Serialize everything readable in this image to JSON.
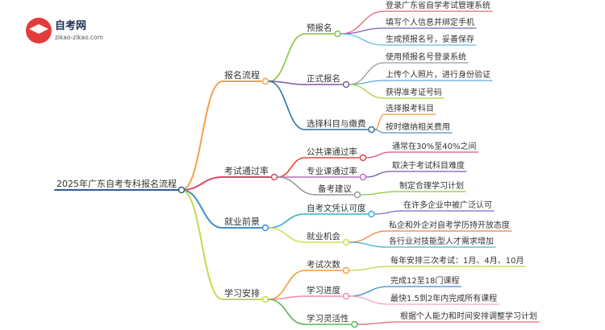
{
  "logo": {
    "name": "自考网",
    "url": "zikao-zikao.com"
  },
  "root": "2025年广东自考专科报名流程",
  "branches": [
    {
      "label": "报名流程",
      "children": [
        {
          "label": "预报名",
          "children": [
            "登录广东省自学考试管理系统",
            "填写个人信息并绑定手机",
            "生成预报名号，妥善保存"
          ]
        },
        {
          "label": "正式报名",
          "children": [
            "使用预报名号登录系统",
            "上传个人照片，进行身份验证",
            "获得准考证号码"
          ]
        },
        {
          "label": "选择科目与缴费",
          "children": [
            "选择报考科目",
            "按时缴纳相关费用"
          ]
        }
      ]
    },
    {
      "label": "考试通过率",
      "children": [
        {
          "label": "公共课通过率",
          "children": [
            "通常在30%至40%之间"
          ]
        },
        {
          "label": "专业课通过率",
          "children": [
            "取决于考试科目难度"
          ]
        },
        {
          "label": "备考建议",
          "children": [
            "制定合理学习计划"
          ]
        }
      ]
    },
    {
      "label": "就业前景",
      "children": [
        {
          "label": "自考文凭认可度",
          "children": [
            "在许多企业中被广泛认可"
          ]
        },
        {
          "label": "就业机会",
          "children": [
            "私企和外企对自考学历持开放态度",
            "各行业对技能型人才需求增加"
          ]
        }
      ]
    },
    {
      "label": "学习安排",
      "children": [
        {
          "label": "考试次数",
          "children": [
            "每年安排三次考试：1月、4月、10月"
          ]
        },
        {
          "label": "学习进度",
          "children": [
            "完成12至18门课程",
            "最快1.5到2年内完成所有课程"
          ]
        },
        {
          "label": "学习灵活性",
          "children": [
            "根据个人能力和时间安排调整学习计划"
          ]
        }
      ]
    }
  ],
  "colors": {
    "root_line": "#2f5f8f",
    "branch": [
      "#f5a04a",
      "#e0446a",
      "#3f8fc9",
      "#c8d84a"
    ],
    "sub": [
      "#89c43f",
      "#7a5aa8",
      "#2e6fa8",
      "#e8453c",
      "#b86fc2",
      "#9a9a9a",
      "#3aaec7",
      "#d3dd4f",
      "#f39c3c",
      "#f58aa8",
      "#57b957"
    ],
    "leaf": [
      "#e8636f",
      "#7b5ec2",
      "#5dc1dd",
      "#9a9a9a",
      "#5da7e0",
      "#a6d13f",
      "#f09a3a",
      "#5a8bc8",
      "#e5527a",
      "#7a5aa8",
      "#86c544",
      "#8268c6",
      "#f27c3e",
      "#45b3c9",
      "#c6d448",
      "#3d8ad0",
      "#f5a3c0"
    ]
  }
}
